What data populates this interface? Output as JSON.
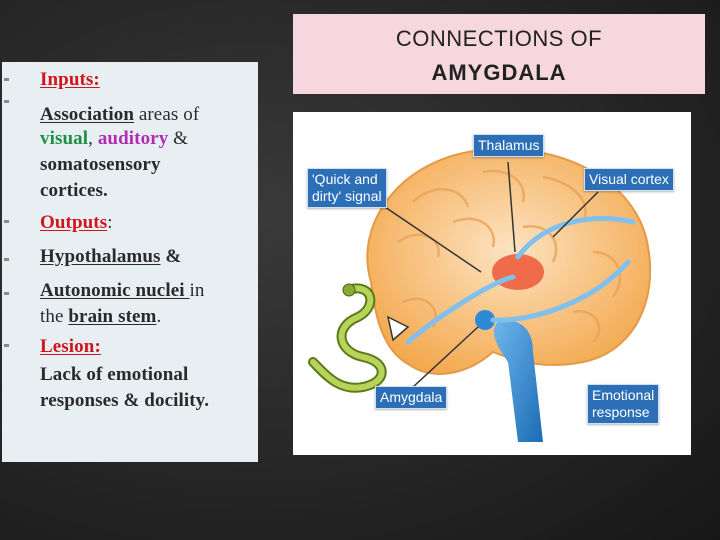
{
  "title": {
    "line1": "CONNECTIONS OF",
    "line2": "AMYGDALA"
  },
  "content": {
    "inputs": "Inputs:",
    "association": "Association",
    "areas_of": " areas of",
    "visual": "visual",
    "comma1": ", ",
    "auditory": "auditory",
    "amp1": " &",
    "somatosensory": "somatosensory",
    "cortices": "cortices.",
    "outputs": "Outputs",
    "colon": ":",
    "hypothalamus": "Hypothalamus",
    "amp2": " &",
    "autonomic": "Autonomic nuclei ",
    "in": "in",
    "the": "the ",
    "brain_stem": "brain stem",
    "period": ".",
    "lesion": "Lesion:",
    "lack": "Lack of emotional",
    "responses": "responses & docility."
  },
  "diagram": {
    "labels": {
      "thalamus": "Thalamus",
      "quick1": "'Quick and",
      "quick2": "dirty' signal",
      "visual_cortex": "Visual cortex",
      "amygdala": "Amygdala",
      "emotional1": "Emotional",
      "emotional2": "response"
    }
  },
  "colors": {
    "red": "#d0161a",
    "green": "#1f8f45",
    "purple": "#b02ab3",
    "label_blue": "#2c6fb7",
    "title_bg": "#f6d7df",
    "panel_bg": "#e8eff3"
  }
}
